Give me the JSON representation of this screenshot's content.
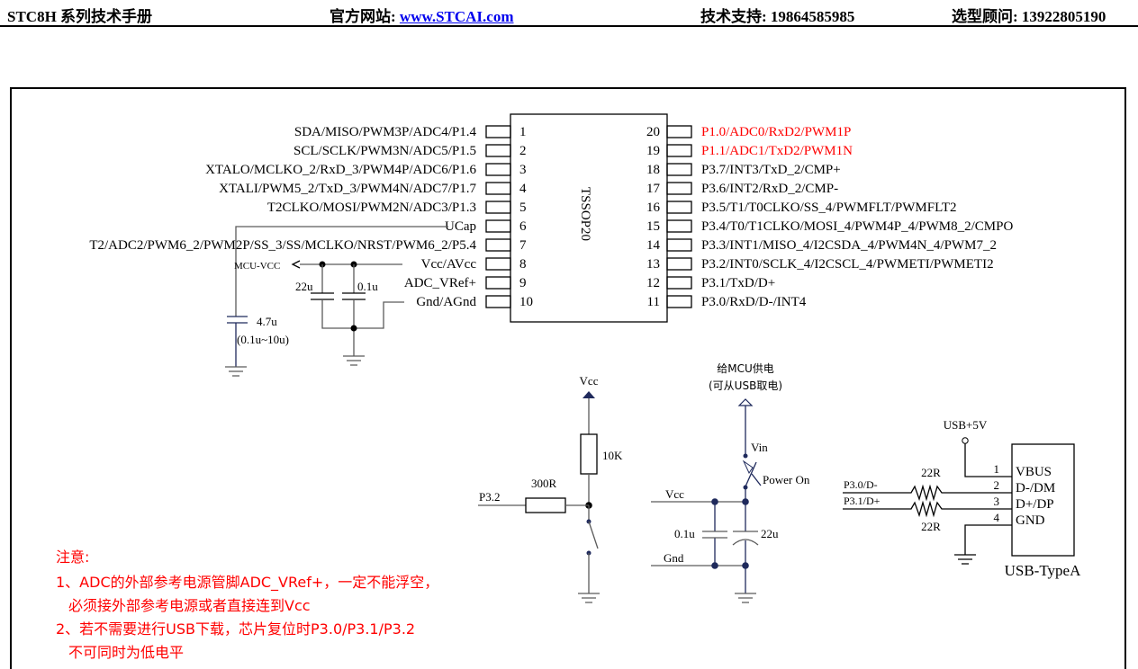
{
  "header": {
    "manual_title": "STC8H 系列技术手册",
    "website_label": "官方网站: ",
    "website_link": "www.STCAI.com",
    "support_label": "技术支持: 19864585985",
    "consultant_label": "选型顾问: 13922805190"
  },
  "chip": {
    "package": "TSSOP20",
    "left_pins": [
      {
        "num": "1",
        "label": "SDA/MISO/PWM3P/ADC4/P1.4"
      },
      {
        "num": "2",
        "label": "SCL/SCLK/PWM3N/ADC5/P1.5"
      },
      {
        "num": "3",
        "label": "XTALO/MCLKO_2/RxD_3/PWM4P/ADC6/P1.6"
      },
      {
        "num": "4",
        "label": "XTALI/PWM5_2/TxD_3/PWM4N/ADC7/P1.7"
      },
      {
        "num": "5",
        "label": "T2CLKO/MOSI/PWM2N/ADC3/P1.3"
      },
      {
        "num": "6",
        "label": "UCap"
      },
      {
        "num": "7",
        "label": "T2/ADC2/PWM6_2/PWM2P/SS_3/SS/MCLKO/NRST/PWM6_2/P5.4"
      },
      {
        "num": "8",
        "label": "Vcc/AVcc"
      },
      {
        "num": "9",
        "label": "ADC_VRef+"
      },
      {
        "num": "10",
        "label": "Gnd/AGnd"
      }
    ],
    "right_pins": [
      {
        "num": "20",
        "label": "P1.0/ADC0/RxD2/PWM1P",
        "highlight": true
      },
      {
        "num": "19",
        "label": "P1.1/ADC1/TxD2/PWM1N",
        "highlight": true
      },
      {
        "num": "18",
        "label": "P3.7/INT3/TxD_2/CMP+"
      },
      {
        "num": "17",
        "label": "P3.6/INT2/RxD_2/CMP-"
      },
      {
        "num": "16",
        "label": "P3.5/T1/T0CLKO/SS_4/PWMFLT/PWMFLT2"
      },
      {
        "num": "15",
        "label": "P3.4/T0/T1CLKO/MOSI_4/PWM4P_4/PWM8_2/CMPO"
      },
      {
        "num": "14",
        "label": "P3.3/INT1/MISO_4/I2CSDA_4/PWM4N_4/PWM7_2"
      },
      {
        "num": "13",
        "label": "P3.2/INT0/SCLK_4/I2CSCL_4/PWMETI/PWMETI2"
      },
      {
        "num": "12",
        "label": "P3.1/TxD/D+"
      },
      {
        "num": "11",
        "label": "P3.0/RxD/D-/INT4"
      }
    ]
  },
  "power_section": {
    "mcu_vcc_label": "MCU-VCC",
    "cap_22u": "22u",
    "cap_01u": "0.1u",
    "ucap_value": "4.7u",
    "ucap_range": "(0.1u~10u)"
  },
  "reset_circuit": {
    "vcc_label": "Vcc",
    "pullup": "10K",
    "series_resistor": "300R",
    "net": "P3.2"
  },
  "supply_circuit": {
    "title_line1": "给MCU供电",
    "title_line2": "(可从USB取电)",
    "vin": "Vin",
    "switch": "Power On",
    "vcc": "Vcc",
    "gnd": "Gnd",
    "cap_small": "0.1u",
    "cap_large": "22u"
  },
  "usb": {
    "supply_label": "USB+5V",
    "connector": "USB-TypeA",
    "net_dm": "P3.0/D-",
    "net_dp": "P3.1/D+",
    "res_top": "22R",
    "res_bottom": "22R",
    "pins": [
      {
        "num": "1",
        "label": "VBUS"
      },
      {
        "num": "2",
        "label": "D-/DM"
      },
      {
        "num": "3",
        "label": "D+/DP"
      },
      {
        "num": "4",
        "label": "GND"
      }
    ]
  },
  "notes": {
    "title": "注意:",
    "line1": "1、ADC的外部参考电源管脚ADC_VRef+，一定不能浮空，",
    "line1b": "必须接外部参考电源或者直接连到Vcc",
    "line2": "2、若不需要进行USB下载，芯片复位时P3.0/P3.1/P3.2",
    "line2b": "不可同时为低电平"
  }
}
